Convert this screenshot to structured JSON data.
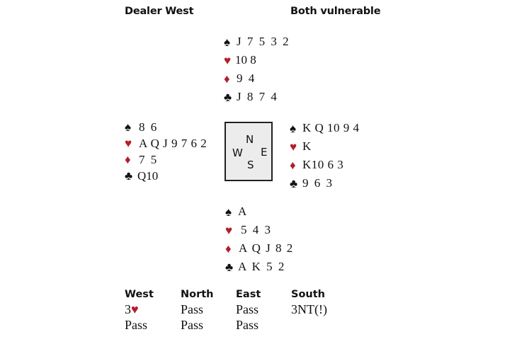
{
  "header": {
    "dealer": "Dealer West",
    "vulnerability": "Both vulnerable"
  },
  "suit_colors": {
    "black": "#111111",
    "red": "#b41c2c"
  },
  "hands": {
    "north": {
      "spades": "J 7 5 3 2",
      "hearts": "10 8",
      "diamonds": "9 4",
      "clubs": "J 8 7 4"
    },
    "west": {
      "spades": "8 6",
      "hearts": "A Q J 9 7 6 2",
      "diamonds": "7 5",
      "clubs": "Q10"
    },
    "east": {
      "spades": "K Q 10 9 4",
      "hearts": "K",
      "diamonds": "K10 6 3",
      "clubs": "9 6 3"
    },
    "south": {
      "spades": "A",
      "hearts": "5 4 3",
      "diamonds": "A Q J 8 2",
      "clubs": "A K 5 2"
    }
  },
  "suits": {
    "spades": "♠",
    "hearts": "♥",
    "diamonds": "♦",
    "clubs": "♣"
  },
  "compass": {
    "north": "N",
    "west": "W",
    "east": "E",
    "south": "S"
  },
  "auction": {
    "headers": [
      "West",
      "North",
      "East",
      "South"
    ],
    "rounds": [
      {
        "west_level": "3",
        "west_suit": "♥",
        "north": "Pass",
        "east": "Pass",
        "south": "3NT(!)"
      },
      {
        "west": "Pass",
        "north": "Pass",
        "east": "Pass"
      }
    ]
  }
}
